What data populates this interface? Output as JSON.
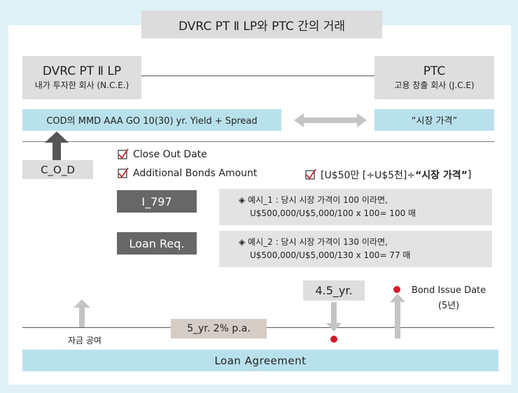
{
  "title": "DVRC PT Ⅱ LP와 PTC 간의 거래",
  "dvrc": {
    "name": "DVRC PT Ⅱ LP",
    "sub": "내가 투자한 회사 (N.C.E.)"
  },
  "ptc": {
    "name": "PTC",
    "sub": "고용 창출 회사 (J.C.E)"
  },
  "cod_bar": "COD의 MMD AAA GO 10(30) yr. Yield + Spread",
  "market_bar": "“시장 가격”",
  "cod_box": "C_O_D",
  "checks": {
    "close_out": "Close Out Date",
    "additional": "Additional Bonds Amount",
    "formula_pre": "[U$50만 [÷U$5천]÷",
    "formula_bold": "“시장 가격”",
    "formula_post": "]"
  },
  "i797": "I_797",
  "loan_req": "Loan Req.",
  "example1": {
    "line1": "◈ 예시_1 : 당시 시장 가격이 100 이라면,",
    "line2": "U$500,000/U$5,000/100 x 100= 100 매"
  },
  "example2": {
    "line1": "◈ 예시_2 : 당시 시장 가격이 130 이라면,",
    "line2": "U$500,000/U$5,000/130 x 100= 77 매"
  },
  "year45": "4.5_yr.",
  "bond_issue": {
    "line1": "Bond Issue Date",
    "line2": "(5년)"
  },
  "year5": "5_yr.  2% p.a.",
  "fund_supply": "자금 공여",
  "loan_agreement": "Loan Agreement",
  "colors": {
    "cyan": "#b9e1ec",
    "dark": "#676767",
    "red": "#d7192a",
    "brown": "#d5ccc6"
  }
}
